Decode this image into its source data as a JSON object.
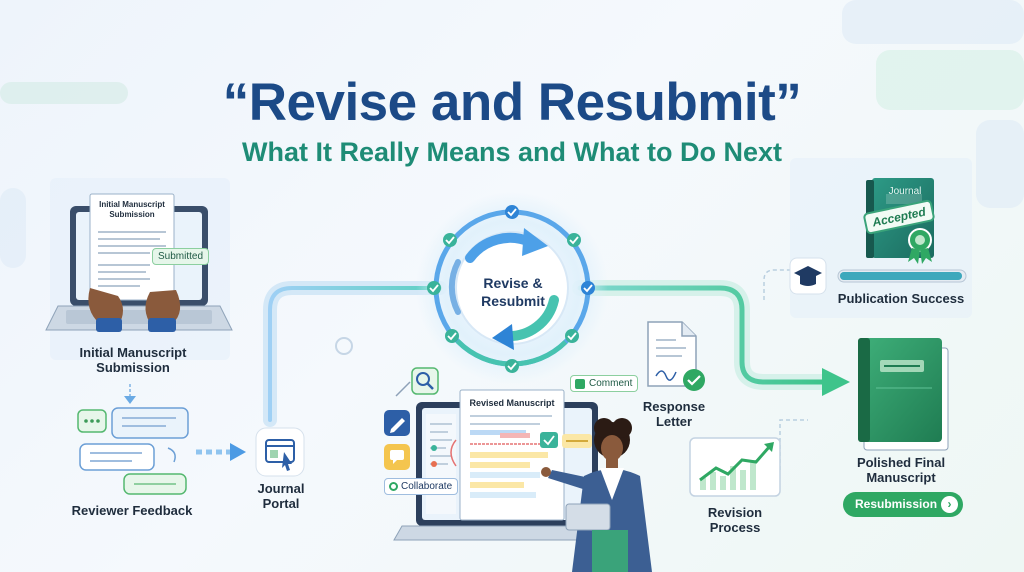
{
  "header": {
    "title": "“Revise and Resubmit”",
    "subtitle": "What It Really Means and What to Do Next"
  },
  "left": {
    "doc_title": "Initial Manuscript Submission",
    "submitted_badge": "Submitted",
    "submission_label": "Initial Manuscript Submission",
    "feedback_label": "Reviewer Feedback",
    "portal_label": "Journal Portal"
  },
  "cycle": {
    "label_line1": "Revise &",
    "label_line2": "Resubmit"
  },
  "center": {
    "doc_title": "Revised Manuscript",
    "comment_chip": "Comment",
    "collaborate_chip": "Collaborate",
    "response_label": "Response Letter",
    "revision_label": "Revision Process"
  },
  "right": {
    "journal_text": "Journal",
    "accepted_stamp": "Accepted",
    "publication_label": "Publication Success",
    "final_label": "Polished Final Manuscript",
    "resubmission_button": "Resubmission",
    "resubmission_arrow": "›"
  },
  "colors": {
    "navy": "#1c4a87",
    "teal": "#1e8c76",
    "green": "#2fa863",
    "blue": "#3d8be0"
  }
}
